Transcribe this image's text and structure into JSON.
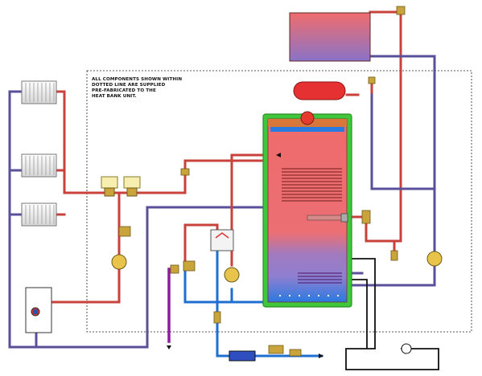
{
  "notice": {
    "lines": [
      "ALL COMPONENTS SHOWN WITHIN",
      "DOTTED LINE ARE SUPPLIED",
      "PRE-FABRICATED TO THE",
      "HEAT BANK UNIT."
    ]
  },
  "colors": {
    "hot_pipe": "#c8413a",
    "return_pipe": "#5a4f9a",
    "cold_pipe": "#1e6fd0",
    "tank_red": "#ec6f6f",
    "tank_purple": "#8d79c8",
    "tank_green": "#3fc63a",
    "drain_pipe": "#8b1f9a",
    "brass": "#c9a43a"
  }
}
